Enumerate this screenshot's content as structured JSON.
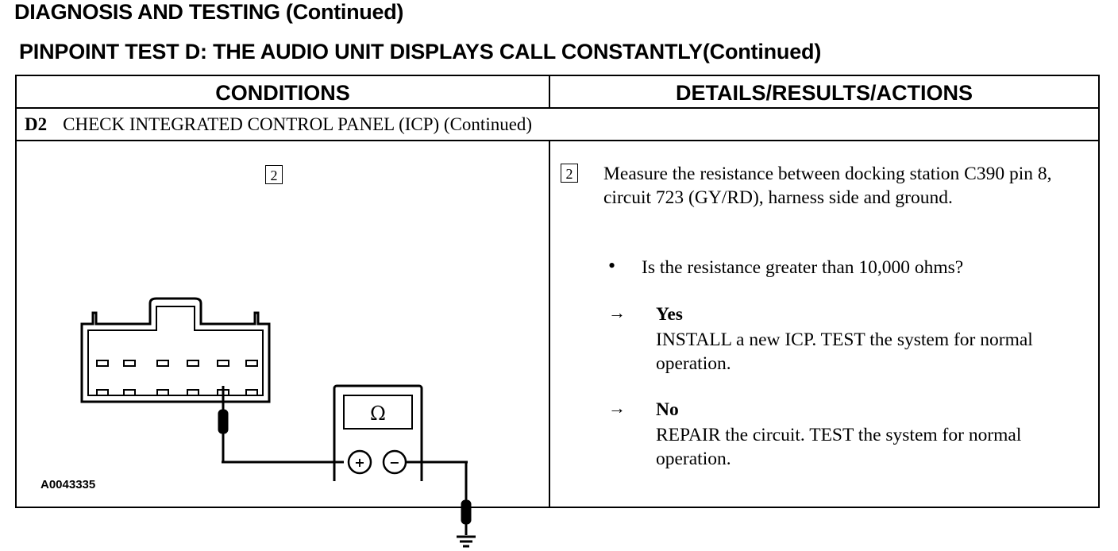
{
  "header": {
    "title": "DIAGNOSIS AND TESTING (Continued)",
    "subtitle": "PINPOINT TEST D: THE AUDIO UNIT DISPLAYS CALL CONSTANTLY(Continued)"
  },
  "table": {
    "columns": [
      "CONDITIONS",
      "DETAILS/RESULTS/ACTIONS"
    ],
    "step": {
      "code": "D2",
      "title": "CHECK INTEGRATED CONTROL PANEL (ICP) (Continued)"
    }
  },
  "illustration": {
    "step_box": "2",
    "meter_symbol": "Ω",
    "plus": "+",
    "minus": "−",
    "figure_id": "A0043335"
  },
  "details": {
    "step_box": "2",
    "instruction": "Measure the resistance between docking station C390 pin 8, circuit 723 (GY/RD), harness side and ground.",
    "question": "Is the resistance greater than 10,000 ohms?",
    "actions": [
      {
        "arrow": "→",
        "label": "Yes",
        "text": "INSTALL a new ICP. TEST the system for normal operation."
      },
      {
        "arrow": "→",
        "label": "No",
        "text": "REPAIR the circuit. TEST the system for normal operation."
      }
    ]
  }
}
